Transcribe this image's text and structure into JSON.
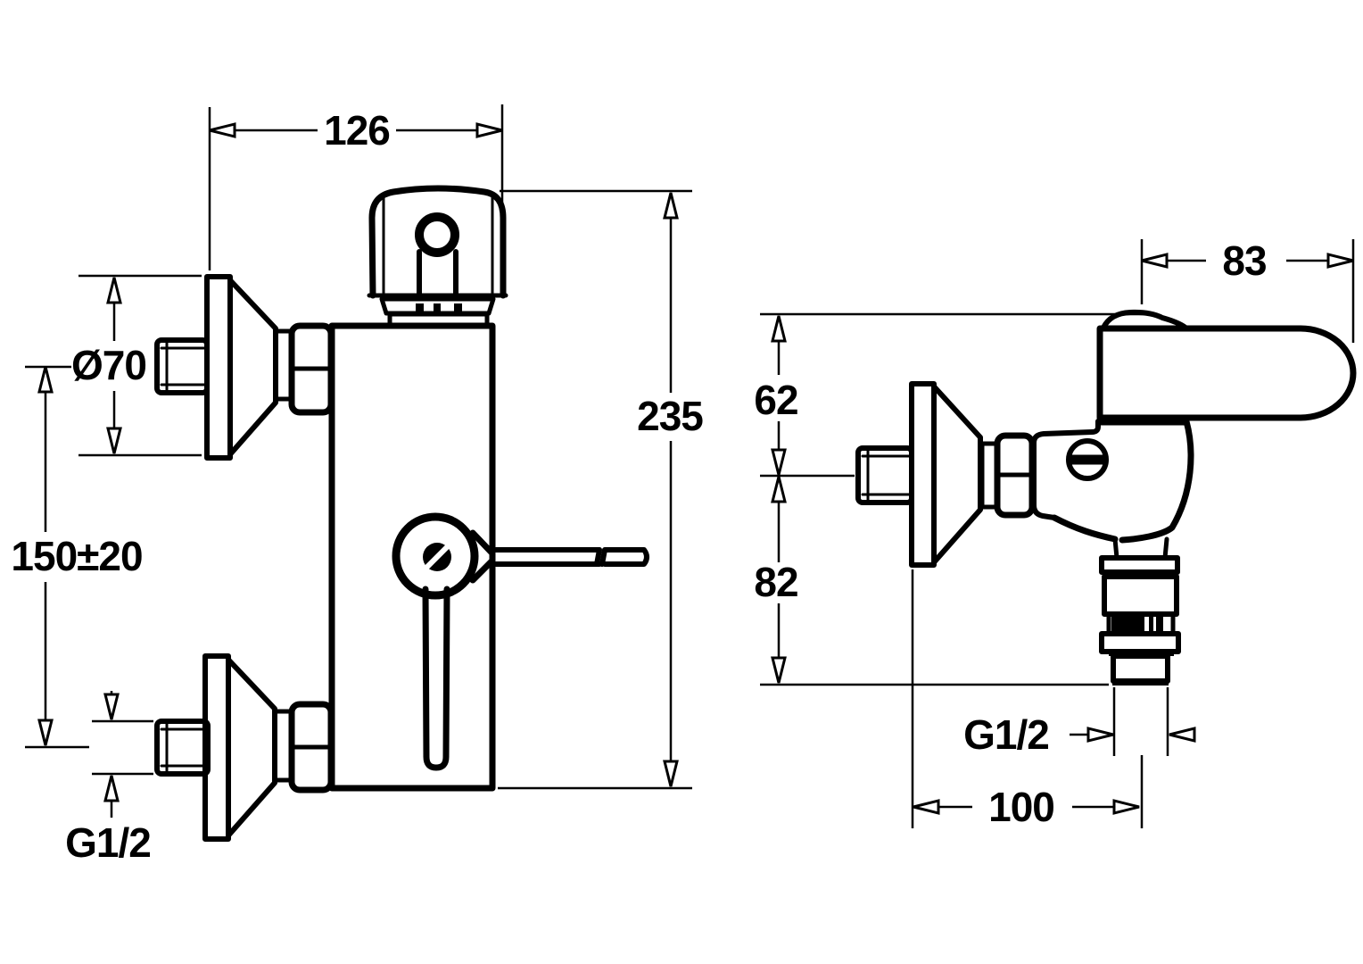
{
  "drawing": {
    "type": "technical dimension drawing",
    "subject": "wall-mounted single-lever shower mixer valve, front and side views",
    "colors": {
      "line": "#000000",
      "background": "#ffffff"
    },
    "front_view": {
      "dim_width_top": "126",
      "dim_height_overall": "235",
      "dim_escutcheon_diameter": "Ø70",
      "dim_inlet_spacing": "150±20",
      "dim_inlet_thread": "G1/2"
    },
    "side_view": {
      "dim_lever_length": "83",
      "dim_top_to_inlet_center": "62",
      "dim_inlet_center_to_outlet": "82",
      "dim_outlet_thread": "G1/2",
      "dim_wall_to_outlet_center": "100"
    }
  }
}
